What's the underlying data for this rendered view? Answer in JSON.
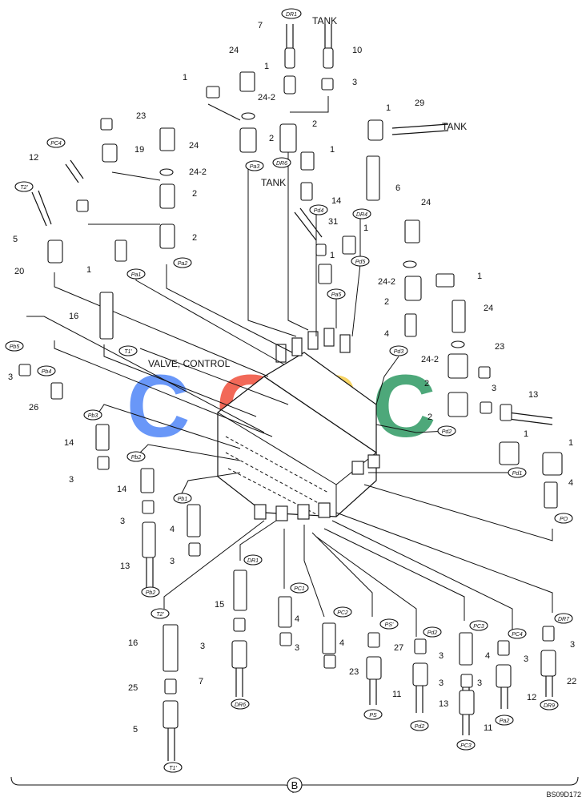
{
  "diagram": {
    "valve_label": "VALVE, CONTROL",
    "tank_labels": [
      "TANK",
      "TANK",
      "TANK"
    ],
    "section_marker": "B",
    "figure_code": "BS09D172",
    "watermark": [
      "C",
      "G",
      "S",
      "C"
    ],
    "colors": {
      "watermark_blue": "#4f86f7",
      "watermark_red": "#f0503c",
      "watermark_yellow": "#f6cd4a",
      "watermark_green": "#2f9a63",
      "ink": "#111111"
    },
    "part_numbers": [
      "7",
      "10",
      "24",
      "1",
      "3",
      "1",
      "24-2",
      "29",
      "23",
      "2",
      "2",
      "24",
      "1",
      "19",
      "24-2",
      "1",
      "12",
      "2",
      "6",
      "14",
      "24",
      "2",
      "31",
      "1",
      "5",
      "20",
      "1",
      "1",
      "24-2",
      "2",
      "1",
      "16",
      "24",
      "4",
      "3",
      "24-2",
      "23",
      "26",
      "2",
      "3",
      "13",
      "2",
      "14",
      "3",
      "1",
      "1",
      "14",
      "4",
      "3",
      "4",
      "3",
      "15",
      "16",
      "3",
      "4",
      "4",
      "3",
      "3",
      "3",
      "27",
      "3",
      "3",
      "3",
      "23",
      "22",
      "7",
      "11",
      "13",
      "12",
      "4",
      "11",
      "25",
      "5",
      "13"
    ],
    "port_tags": [
      "DR1",
      "T2'",
      "PC4",
      "Pa3",
      "DR6",
      "Pd4",
      "DR4",
      "Pa2",
      "Pa1",
      "Pd5",
      "Pa5",
      "Pb5",
      "Pb4",
      "T1'",
      "Pd3",
      "Pb3",
      "Pb2",
      "Pb1",
      "Pd2",
      "Pd1",
      "PO",
      "DR1",
      "T2'",
      "PC1",
      "PC2",
      "PS'",
      "Pd2",
      "PC3",
      "PC4",
      "DR7",
      "Pb2",
      "DR6",
      "PS",
      "Pd2",
      "Pa2",
      "DR9",
      "PC3",
      "T1'"
    ]
  }
}
